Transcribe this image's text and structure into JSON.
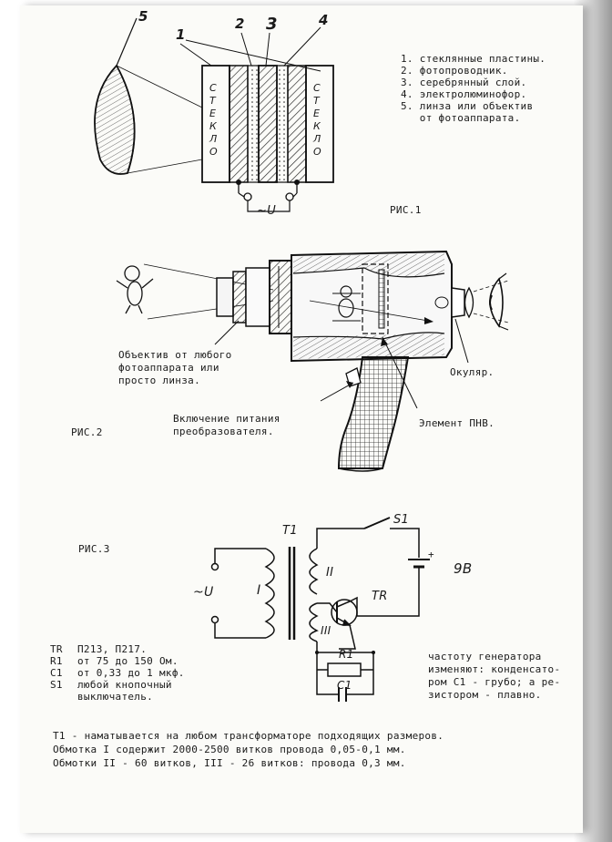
{
  "fig1": {
    "callouts": [
      "5",
      "1",
      "2",
      "3",
      "4"
    ],
    "glass_label": "СТЕКЛО",
    "ac_symbol": "~U",
    "caption": "РИС.1",
    "legend": [
      "1. стеклянные пластины.",
      "2. фотопроводник.",
      "3. серебрянный слой.",
      "4. электролюминофор.",
      "5. линза или объектив",
      "   от фотоаппарата."
    ]
  },
  "fig2": {
    "caption": "РИС.2",
    "label_lens": [
      "Объектив от любого",
      "фотоаппарата или",
      "просто линза."
    ],
    "label_eyepiece": "Окуляр.",
    "label_power": [
      "Включение питания",
      "преобразователя."
    ],
    "label_element": "Элемент ПНВ."
  },
  "fig3": {
    "caption": "РИС.3",
    "t1": "T1",
    "s1": "S1",
    "winding1": "I",
    "winding2": "II",
    "winding3": "III",
    "tr": "TR",
    "r1": "R1",
    "c1": "C1",
    "plus": "+",
    "battery": "9В",
    "ac": "~U",
    "components": [
      {
        "k": "TR",
        "v": "П213, П217."
      },
      {
        "k": "R1",
        "v": "от 75 до 150 Ом."
      },
      {
        "k": "C1",
        "v": "от 0,33 до 1 мкф."
      },
      {
        "k": "S1",
        "v": "любой кнопочный"
      },
      {
        "k": "",
        "v": "выключатель."
      }
    ],
    "note": [
      "частоту генератора",
      "изменяют: конденсато-",
      "ром С1 - грубо; а ре-",
      "зистором - плавно."
    ],
    "bottom_notes": [
      "Т1 - наматывается на любом трансформаторе подходящих размеров.",
      "Обмотка I содержит 2000-2500 витков провода 0,05-0,1 мм.",
      "Обмотки II - 60 витков, III - 26 витков: провода 0,3 мм."
    ]
  }
}
